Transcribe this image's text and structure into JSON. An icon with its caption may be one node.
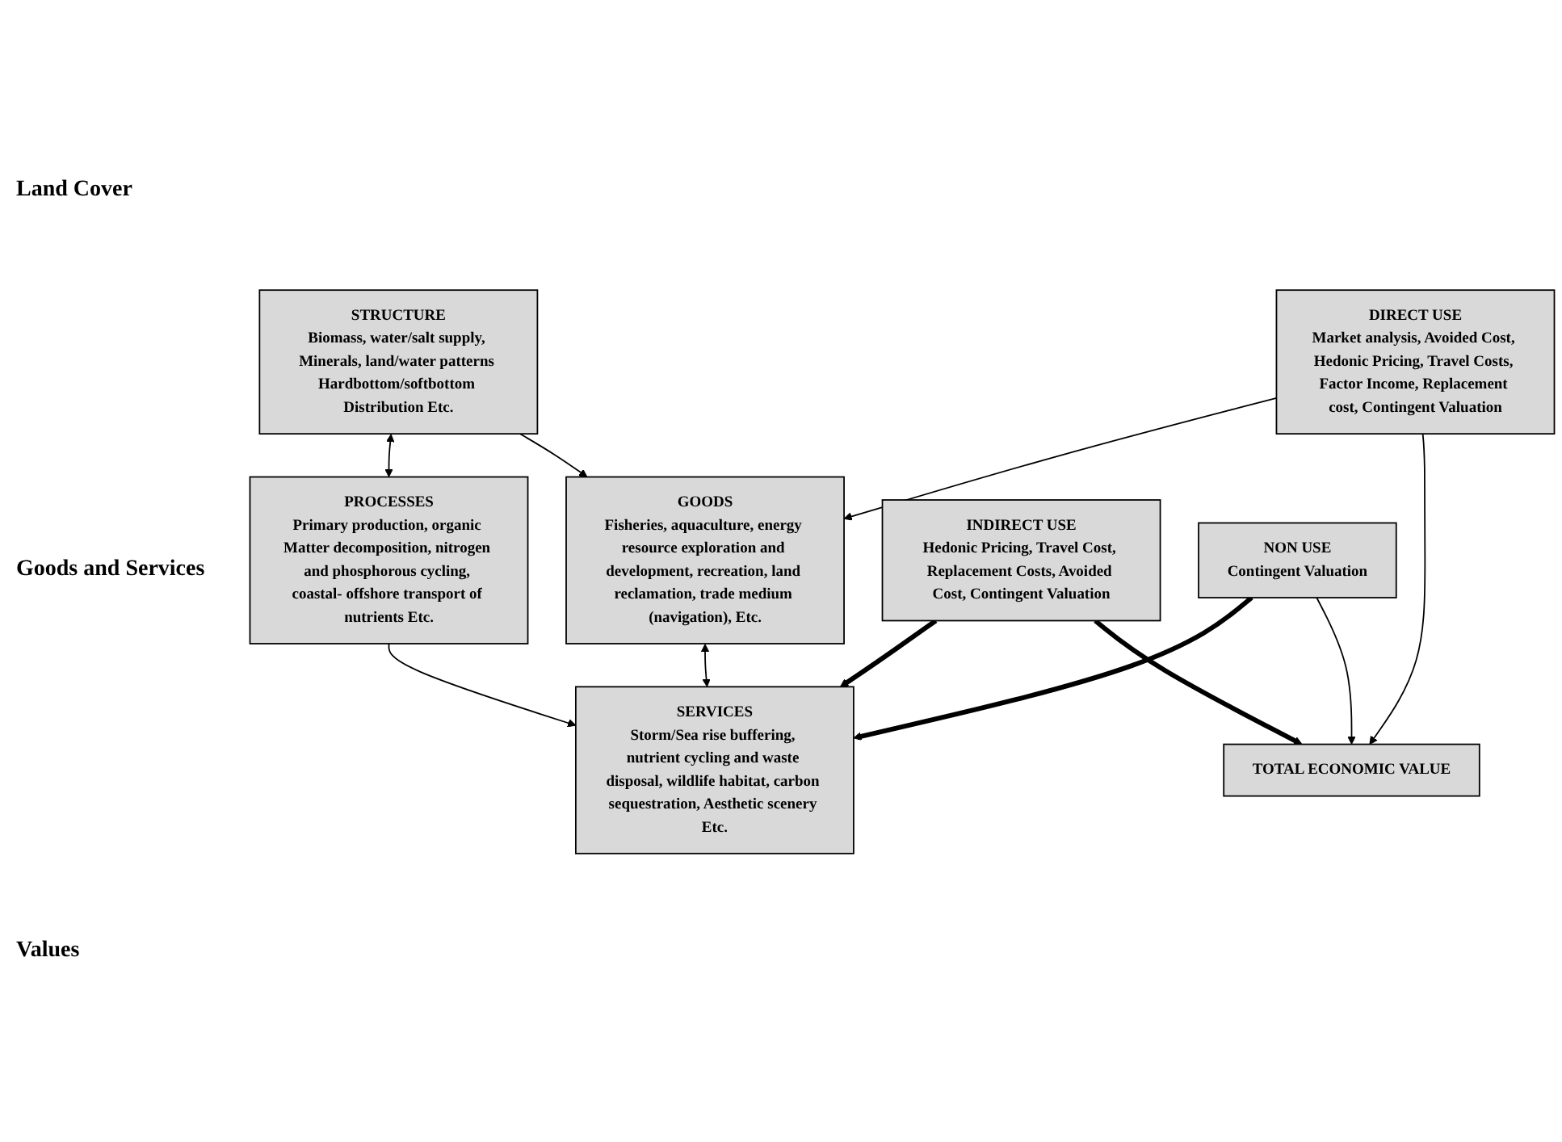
{
  "diagram": {
    "nodes": [
      {
        "text": [
          "STRUCTURE",
          "Biomass, water/salt supply, Minerals, land/water patterns Hardbottom/softbottom Distribution Etc."
        ]
      },
      {
        "text": [
          "PROCESSES",
          "Primary production, organic Matter decomposition, nitrogen and phosphorous cycling, coastal- offshore transport of nutrients Etc."
        ]
      },
      {
        "text": [
          "GOODS",
          "Fisheries, aquaculture, energy resource exploration and development, recreation, land reclamation, trade medium (navigation), Etc."
        ]
      },
      {
        "text": [
          "SERVICES",
          "Storm/Sea rise buffering, nutrient cycling and waste disposal, wildlife habitat, carbon sequestration, Aesthetic scenery Etc."
        ]
      },
      {
        "text": [
          "DIRECT USE",
          "Market analysis, Avoided Cost, Hedonic Pricing, Travel Costs, Factor Income, Replacement cost, Contingent Valuation"
        ]
      },
      {
        "text": [
          "INDIRECT USE",
          "Hedonic Pricing, Travel Cost, Replacement Costs, Avoided Cost, Contingent Valuation"
        ]
      },
      {
        "text": [
          "NON USE",
          "Contingent Valuation"
        ]
      },
      {
        "text": [
          "TOTAL ECONOMIC VALUE"
        ]
      }
    ],
    "edges": [
      {
        "from": 0,
        "to": 1,
        "arrow": "both"
      },
      {
        "from": 0,
        "to": 2,
        "arrow": "to"
      },
      {
        "from": 1,
        "to": 3,
        "arrow": "to"
      },
      {
        "from": 2,
        "to": 3,
        "arrow": "both"
      },
      {
        "from": 4,
        "to": 2,
        "arrow": "to"
      },
      {
        "from": 5,
        "to": 3,
        "arrow": "to",
        "style": "thick"
      },
      {
        "from": 6,
        "to": 3,
        "arrow": "to",
        "style": "thick"
      },
      {
        "from": 4,
        "to": 7,
        "arrow": "to"
      },
      {
        "from": 5,
        "to": 7,
        "arrow": "to",
        "style": "thick"
      },
      {
        "from": 6,
        "to": 7,
        "arrow": "to"
      }
    ],
    "labels": [
      "Land Cover",
      "Goods and Services",
      "Values"
    ]
  }
}
